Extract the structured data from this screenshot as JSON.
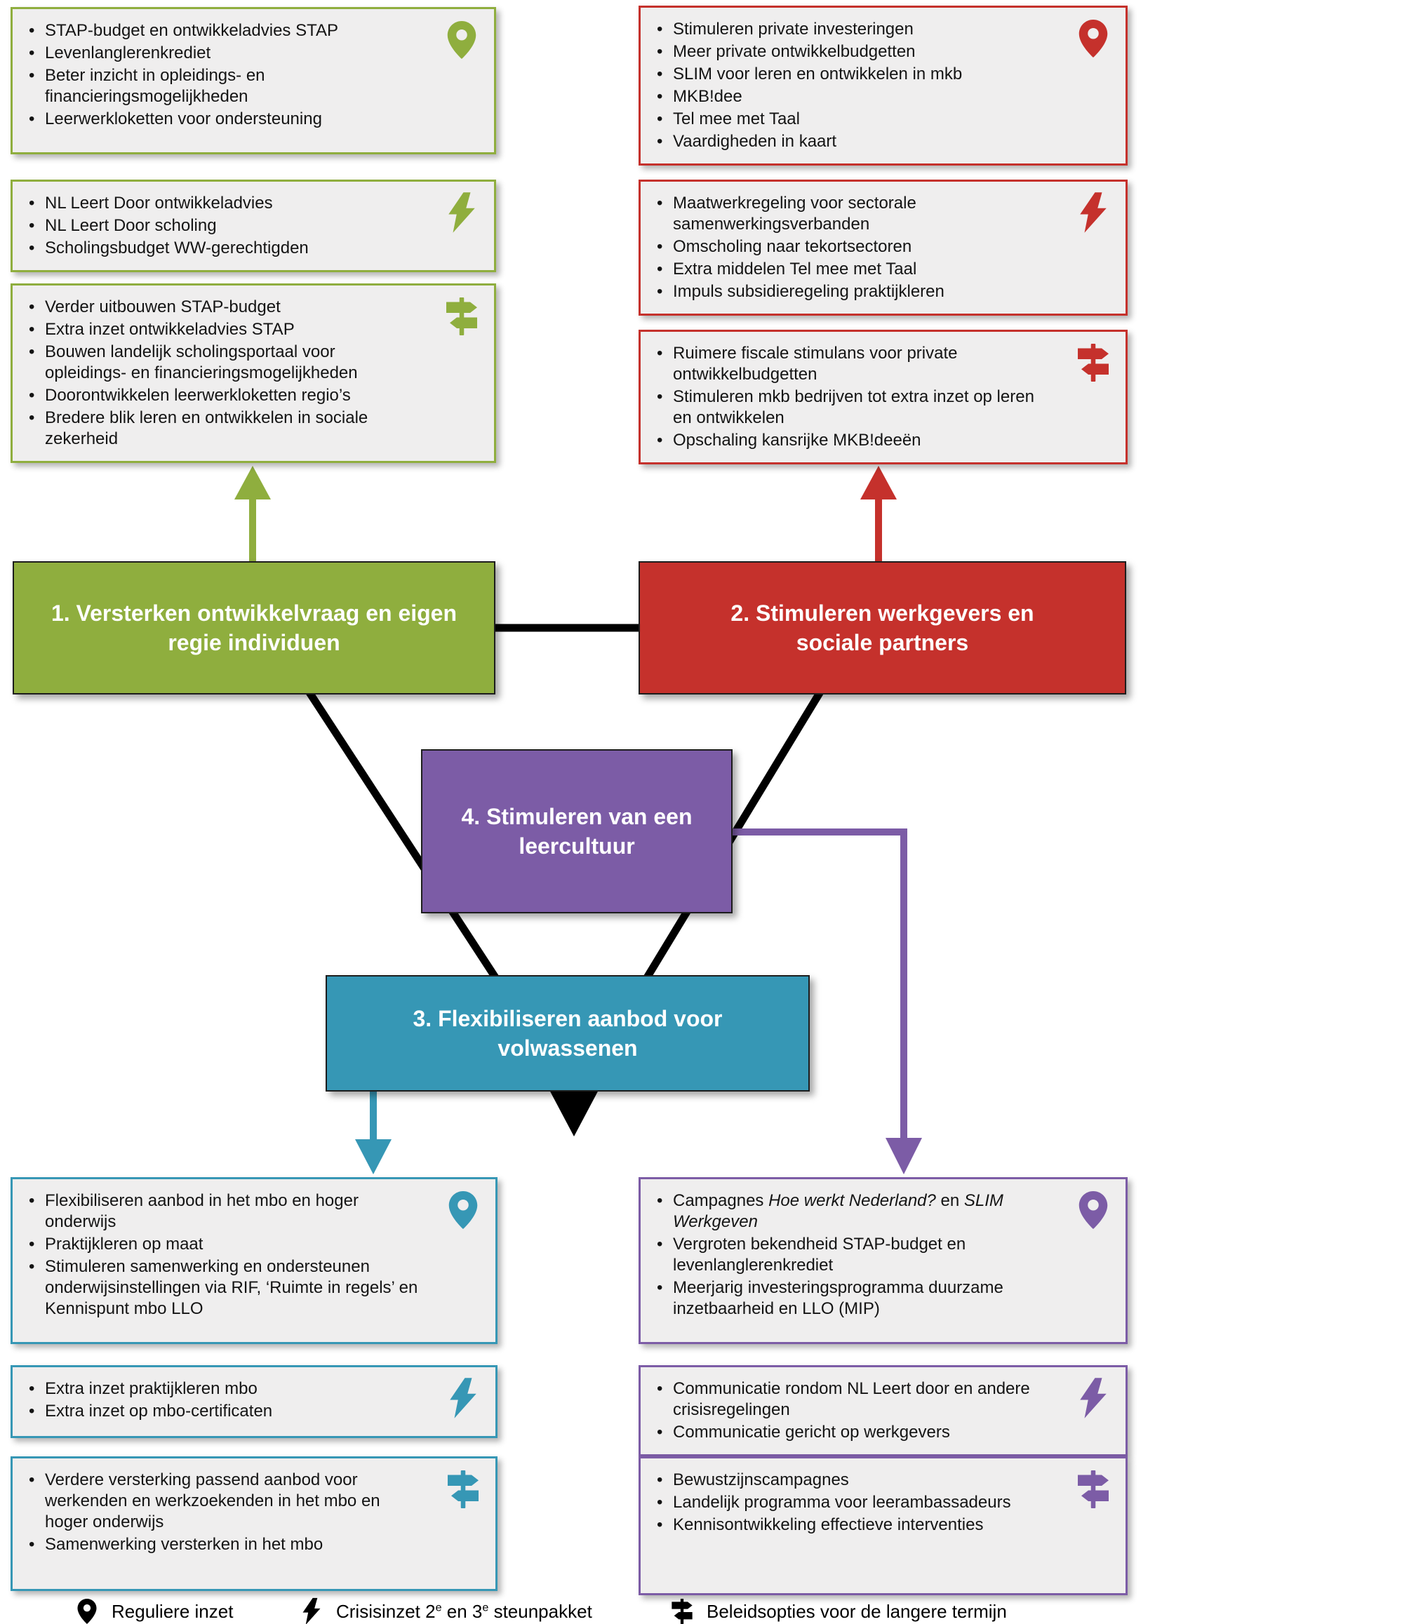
{
  "colors": {
    "green": "#8FAE3E",
    "red": "#C5312C",
    "teal": "#3697B5",
    "purple": "#7C5CA6",
    "black": "#000000",
    "panelbg": "#EFEEEE"
  },
  "nodes": {
    "n1": "1. Versterken ontwikkelvraag en eigen regie individuen",
    "n2": "2. Stimuleren werkgevers en sociale partners",
    "n3": "3. Flexibiliseren aanbod voor volwassenen",
    "n4": "4. Stimuleren van een leercultuur"
  },
  "lists": {
    "green_regular": {
      "icon": "pin-icon",
      "items": [
        "STAP-budget en ontwikkeladvies STAP",
        "Levenlanglerenkrediet",
        "Beter inzicht in opleidings- en financieringsmogelijkheden",
        "Leerwerkloketten voor ondersteuning"
      ]
    },
    "green_crisis": {
      "icon": "lightning-icon",
      "items": [
        "NL Leert Door ontwikkeladvies",
        "NL Leert Door scholing",
        "Scholingsbudget WW-gerechtigden"
      ]
    },
    "green_longterm": {
      "icon": "signpost-icon",
      "items": [
        "Verder uitbouwen STAP-budget",
        "Extra inzet ontwikkeladvies STAP",
        "Bouwen landelijk scholingsportaal voor opleidings- en financieringsmogelijkheden",
        "Doorontwikkelen leerwerkloketten regio’s",
        "Bredere blik leren en ontwikkelen in sociale zekerheid"
      ]
    },
    "red_regular": {
      "icon": "pin-icon",
      "items": [
        "Stimuleren private investeringen",
        "Meer private ontwikkelbudgetten",
        "SLIM voor leren en ontwikkelen in mkb",
        "MKB!dee",
        "Tel mee met Taal",
        "Vaardigheden in kaart"
      ]
    },
    "red_crisis": {
      "icon": "lightning-icon",
      "items": [
        "Maatwerkregeling voor sectorale samenwerkingsverbanden",
        "Omscholing naar tekortsectoren",
        "Extra middelen Tel mee met Taal",
        "Impuls subsidieregeling praktijkleren"
      ]
    },
    "red_longterm": {
      "icon": "signpost-icon",
      "items": [
        "Ruimere fiscale stimulans voor private ontwikkelbudgetten",
        "Stimuleren mkb bedrijven tot extra inzet op leren en ontwikkelen",
        "Opschaling kansrijke MKB!deeën"
      ]
    },
    "teal_regular": {
      "icon": "pin-icon",
      "items": [
        "Flexibiliseren aanbod in het mbo en hoger onderwijs",
        "Praktijkleren op maat",
        "Stimuleren samenwerking en ondersteunen onderwijsinstellingen via RIF, ‘Ruimte in regels’ en Kennispunt mbo LLO"
      ]
    },
    "teal_crisis": {
      "icon": "lightning-icon",
      "items": [
        "Extra inzet praktijkleren mbo",
        "Extra inzet op mbo-certificaten"
      ]
    },
    "teal_longterm": {
      "icon": "signpost-icon",
      "items": [
        "Verdere versterking passend aanbod voor werkenden en werkzoekenden in het mbo en hoger onderwijs",
        "Samenwerking versterken in het mbo"
      ]
    },
    "purple_regular": {
      "icon": "pin-icon",
      "items": [
        "Campagnes *Hoe werkt Nederland?* en *SLIM Werkgeven*",
        "Vergroten bekendheid STAP-budget en levenlanglerenkrediet",
        "Meerjarig investeringsprogramma duurzame inzetbaarheid en LLO (MIP)"
      ]
    },
    "purple_crisis": {
      "icon": "lightning-icon",
      "items": [
        "Communicatie rondom NL Leert door en andere crisisregelingen",
        "Communicatie gericht op werkgevers"
      ]
    },
    "purple_longterm": {
      "icon": "signpost-icon",
      "items": [
        "Bewustzijnscampagnes",
        "Landelijk programma voor leerambassadeurs",
        "Kennisontwikkeling effectieve interventies"
      ]
    }
  },
  "legend": {
    "regular": "Reguliere inzet",
    "crisis": "Crisisinzet 2^e^ en 3^e^ steunpakket",
    "longterm": "Beleidsopties voor de langere termijn"
  }
}
